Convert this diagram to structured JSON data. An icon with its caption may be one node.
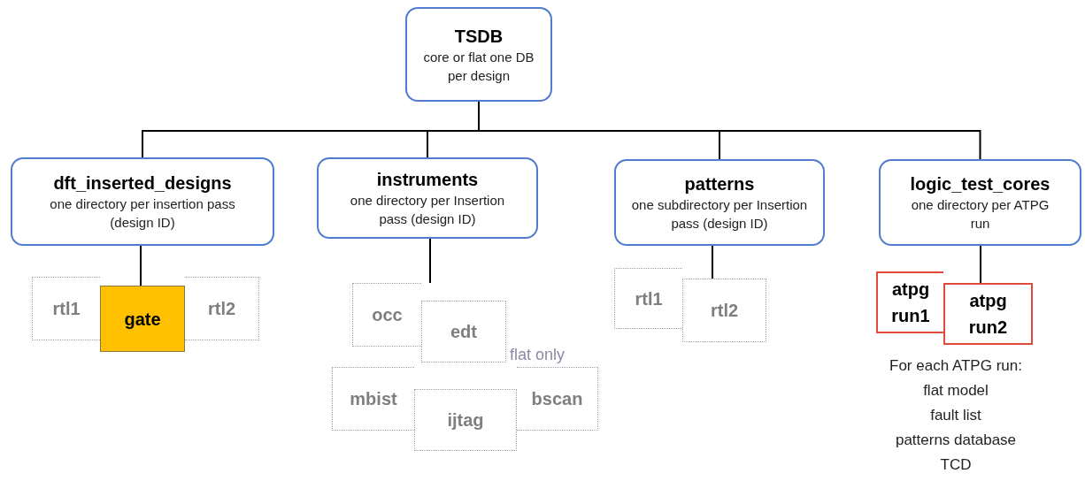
{
  "diagram": {
    "nodes": [
      {
        "text": [
          "TSDB",
          "core or flat one DB per design"
        ]
      },
      {
        "text": [
          "dft_inserted_designs",
          "one directory per insertion pass (design ID)"
        ]
      },
      {
        "text": [
          "instruments",
          "one directory per Insertion pass (design ID)"
        ]
      },
      {
        "text": [
          "patterns",
          "one subdirectory per Insertion pass (design ID)"
        ]
      },
      {
        "text": [
          "logic_test_cores",
          "one directory per ATPG run"
        ]
      },
      {
        "text": [
          "rtl1"
        ]
      },
      {
        "text": [
          "gate"
        ]
      },
      {
        "text": [
          "rtl2"
        ]
      },
      {
        "text": [
          "occ"
        ]
      },
      {
        "text": [
          "edt"
        ]
      },
      {
        "text": [
          "mbist"
        ]
      },
      {
        "text": [
          "ijtag"
        ]
      },
      {
        "text": [
          "bscan"
        ]
      },
      {
        "text": [
          "rtl1"
        ]
      },
      {
        "text": [
          "rtl2"
        ]
      },
      {
        "text": [
          "atpg run1"
        ]
      },
      {
        "text": [
          "atpg run2"
        ]
      }
    ],
    "edges": [
      {
        "from": 0,
        "to": 1,
        "arrow": "none"
      },
      {
        "from": 0,
        "to": 2,
        "arrow": "none"
      },
      {
        "from": 0,
        "to": 3,
        "arrow": "none"
      },
      {
        "from": 0,
        "to": 4,
        "arrow": "none"
      },
      {
        "from": 1,
        "to": 6,
        "arrow": "none"
      },
      {
        "from": 2,
        "to": 8,
        "arrow": "none"
      },
      {
        "from": 3,
        "to": 14,
        "arrow": "none"
      },
      {
        "from": 4,
        "to": 16,
        "arrow": "none"
      }
    ],
    "labels": [
      "flat only",
      "For each ATPG run:",
      "flat model",
      "fault list",
      "patterns database",
      "TCD"
    ]
  }
}
